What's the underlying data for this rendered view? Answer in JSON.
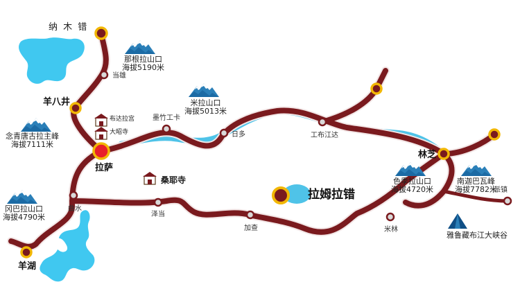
{
  "lakes": {
    "namtso": "纳 木 错",
    "lhamo_latso": "拉姆拉错"
  },
  "cities": {
    "yangbajing": "羊八井",
    "lhasa": "拉萨",
    "linzhi": "林芝",
    "yanghu": "羊湖"
  },
  "towns": {
    "dangxiong": "当雄",
    "mozhugongka": "墨竹工卡",
    "riduo": "日多",
    "gongbujiangda": "工布江达",
    "qushui": "曲水",
    "zedang": "泽当",
    "jiacha": "加查",
    "milin": "米林",
    "paizhen": "派镇"
  },
  "peaks": [
    {
      "name": "那根拉山口",
      "alt": "海拔5190米"
    },
    {
      "name": "米拉山口",
      "alt": "海拔5013米"
    },
    {
      "name": "念青唐古拉主峰",
      "alt": "海拔7111米"
    },
    {
      "name": "冈巴拉山口",
      "alt": "海拔4790米"
    },
    {
      "name": "色季拉山口",
      "alt": "海拔4720米"
    },
    {
      "name": "南迦巴瓦峰",
      "alt": "海拔7782米"
    }
  ],
  "temples": {
    "potala": "布达拉宫",
    "jokhang": "大昭寺",
    "samye": "桑耶寺"
  },
  "canyon": "雅鲁藏布江大峡谷",
  "colors": {
    "road": "#7a1a1e",
    "road_edge": "#f2e6e6",
    "river": "#4fc3e8",
    "lake": "#40c8f0",
    "mountain": "#2a7fb8",
    "mountain_dark": "#0f4f86",
    "node_ring": "#f2b705",
    "lhasa_dot": "#e8202a"
  }
}
